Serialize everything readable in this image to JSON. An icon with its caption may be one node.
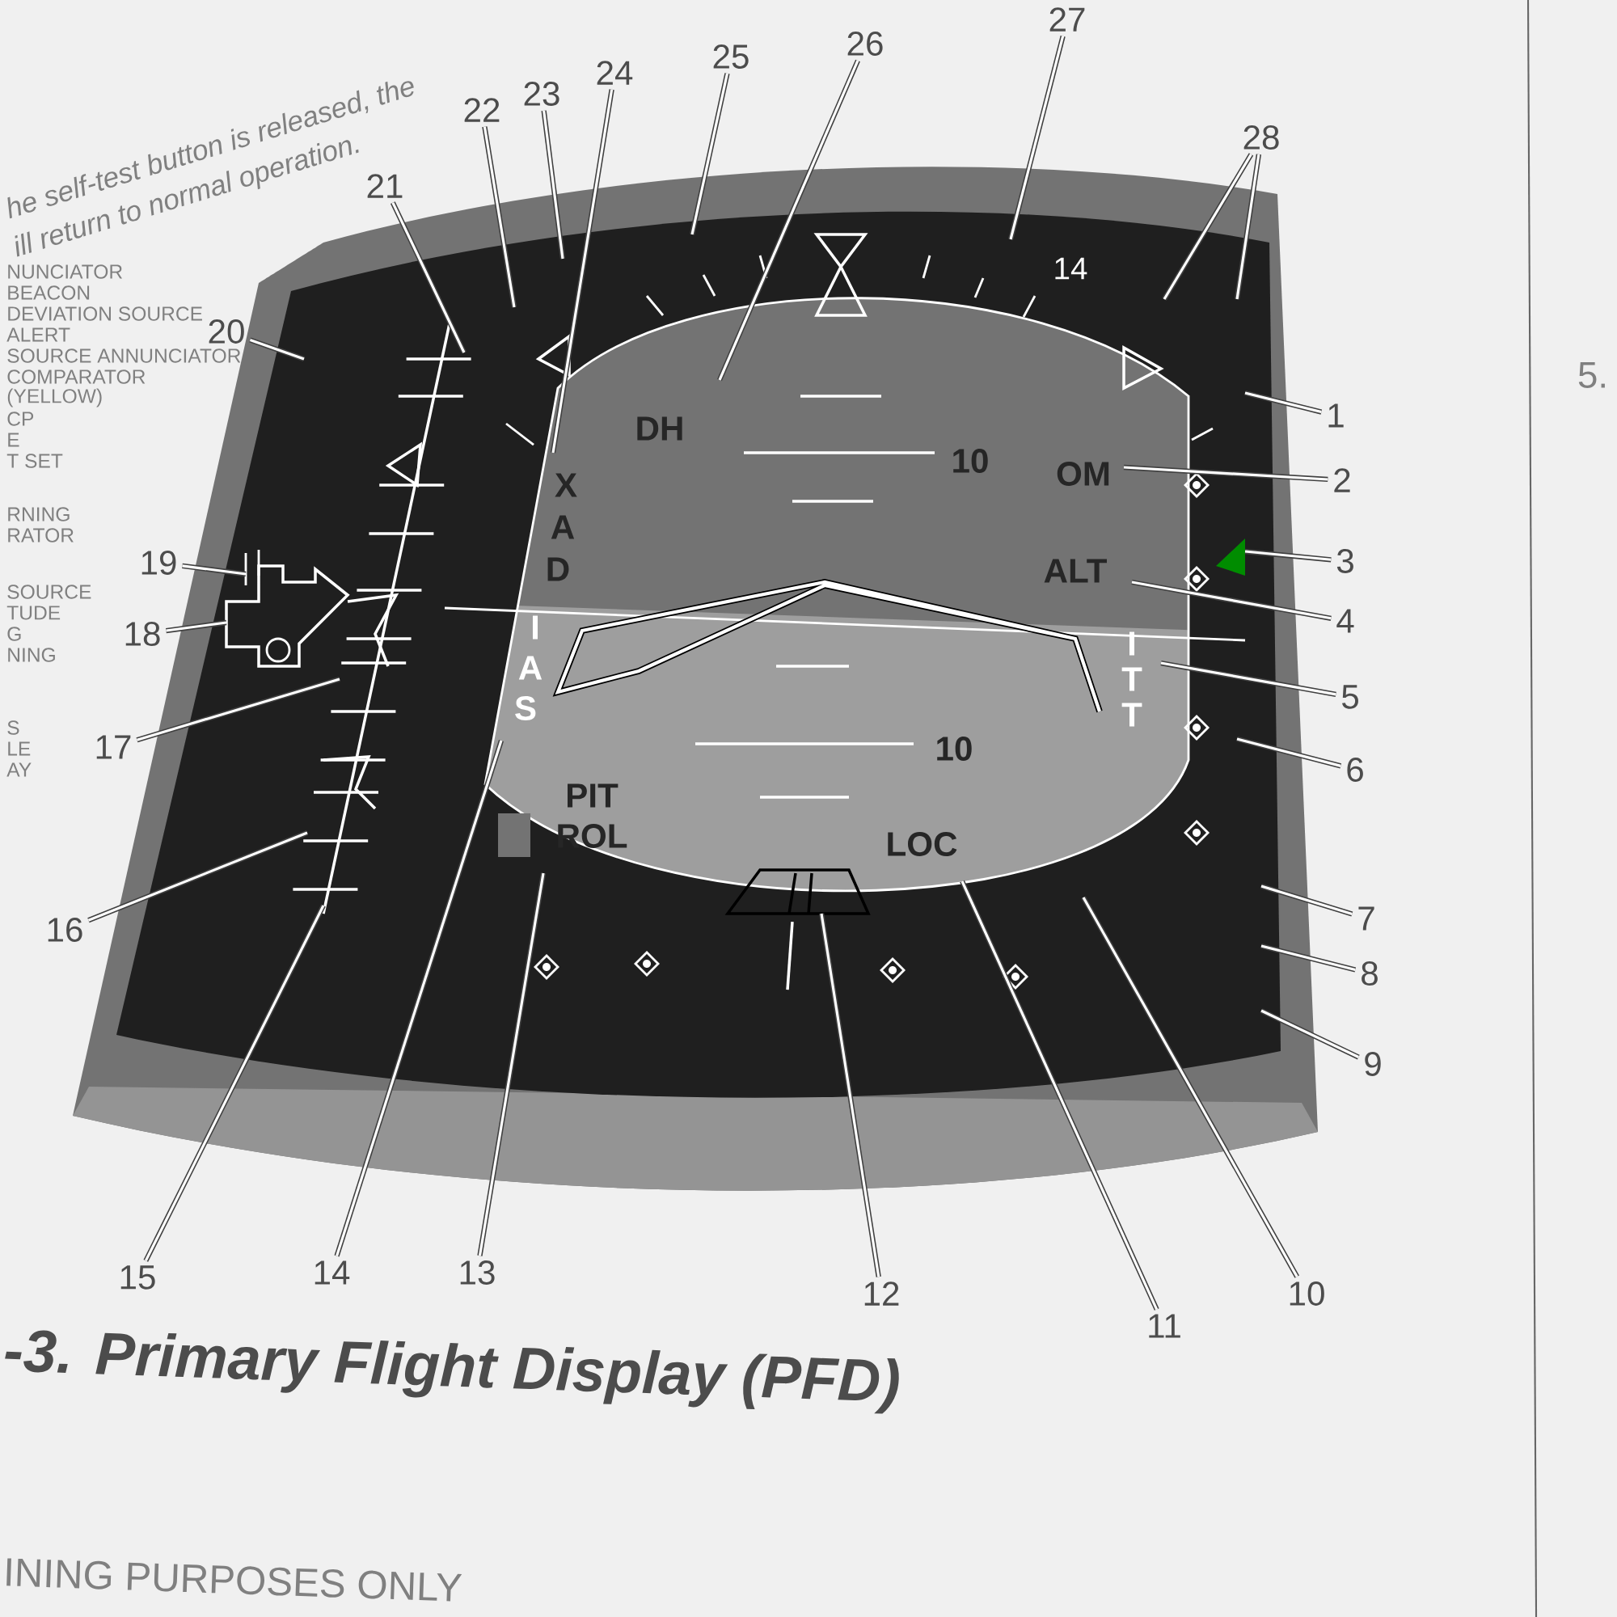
{
  "diagram": {
    "caption": "-3.  Primary Flight Display (PFD)",
    "nodes": [
      {
        "text": [
          "1"
        ]
      },
      {
        "text": [
          "2"
        ]
      },
      {
        "text": [
          "3"
        ]
      },
      {
        "text": [
          "4"
        ]
      },
      {
        "text": [
          "5"
        ]
      },
      {
        "text": [
          "6"
        ]
      },
      {
        "text": [
          "7"
        ]
      },
      {
        "text": [
          "8"
        ]
      },
      {
        "text": [
          "9"
        ]
      },
      {
        "text": [
          "10"
        ]
      },
      {
        "text": [
          "11"
        ]
      },
      {
        "text": [
          "12"
        ]
      },
      {
        "text": [
          "13"
        ]
      },
      {
        "text": [
          "14"
        ]
      },
      {
        "text": [
          "15"
        ]
      },
      {
        "text": [
          "16"
        ]
      },
      {
        "text": [
          "17"
        ]
      },
      {
        "text": [
          "18"
        ]
      },
      {
        "text": [
          "19"
        ]
      },
      {
        "text": [
          "20"
        ]
      },
      {
        "text": [
          "21"
        ]
      },
      {
        "text": [
          "22"
        ]
      },
      {
        "text": [
          "23"
        ]
      },
      {
        "text": [
          "24"
        ]
      },
      {
        "text": [
          "25"
        ]
      },
      {
        "text": [
          "26"
        ]
      },
      {
        "text": [
          "27"
        ]
      },
      {
        "text": [
          "28"
        ]
      }
    ],
    "edges": [
      {
        "from": 0,
        "to": null,
        "arrow": "none"
      },
      {
        "from": 1,
        "to": null,
        "arrow": "none"
      },
      {
        "from": 2,
        "to": null,
        "arrow": "none"
      },
      {
        "from": 3,
        "to": null,
        "arrow": "none"
      },
      {
        "from": 4,
        "to": null,
        "arrow": "none"
      },
      {
        "from": 5,
        "to": null,
        "arrow": "none"
      },
      {
        "from": 6,
        "to": null,
        "arrow": "none"
      },
      {
        "from": 7,
        "to": null,
        "arrow": "none"
      },
      {
        "from": 8,
        "to": null,
        "arrow": "none"
      },
      {
        "from": 9,
        "to": null,
        "arrow": "none"
      },
      {
        "from": 10,
        "to": null,
        "arrow": "none"
      },
      {
        "from": 11,
        "to": null,
        "arrow": "none"
      },
      {
        "from": 12,
        "to": null,
        "arrow": "none"
      },
      {
        "from": 13,
        "to": null,
        "arrow": "none"
      },
      {
        "from": 14,
        "to": null,
        "arrow": "none"
      },
      {
        "from": 15,
        "to": null,
        "arrow": "none"
      },
      {
        "from": 16,
        "to": null,
        "arrow": "none"
      },
      {
        "from": 17,
        "to": null,
        "arrow": "none"
      },
      {
        "from": 18,
        "to": null,
        "arrow": "none"
      },
      {
        "from": 19,
        "to": null,
        "arrow": "none"
      },
      {
        "from": 20,
        "to": null,
        "arrow": "none"
      },
      {
        "from": 21,
        "to": null,
        "arrow": "none"
      },
      {
        "from": 22,
        "to": null,
        "arrow": "none"
      },
      {
        "from": 23,
        "to": null,
        "arrow": "none"
      },
      {
        "from": 24,
        "to": null,
        "arrow": "none"
      },
      {
        "from": 25,
        "to": null,
        "arrow": "none"
      },
      {
        "from": 26,
        "to": null,
        "arrow": "none"
      },
      {
        "from": 27,
        "to": null,
        "arrow": "none"
      },
      {
        "from": 27,
        "to": null,
        "arrow": "none"
      }
    ],
    "labels": [
      "he self-test button is released, the",
      "ill return to normal operation.",
      "NUNCIATOR",
      "BEACON",
      "DEVIATION SOURCE",
      "ALERT",
      "SOURCE ANNUNCIATOR",
      "COMPARATOR",
      "(YELLOW)",
      "CP",
      "E",
      "T SET",
      "RNING",
      "RATOR",
      "SOURCE",
      "TUDE",
      "G",
      "NING",
      "S",
      "LE",
      "AY",
      "5.",
      "14",
      "DH",
      "10",
      "OM",
      "X",
      "A",
      "D",
      "ALT",
      "I",
      "A",
      "S",
      "I",
      "T",
      "T",
      "10",
      "PIT",
      "ROL",
      "LOC",
      "INING PURPOSES ONLY"
    ]
  }
}
